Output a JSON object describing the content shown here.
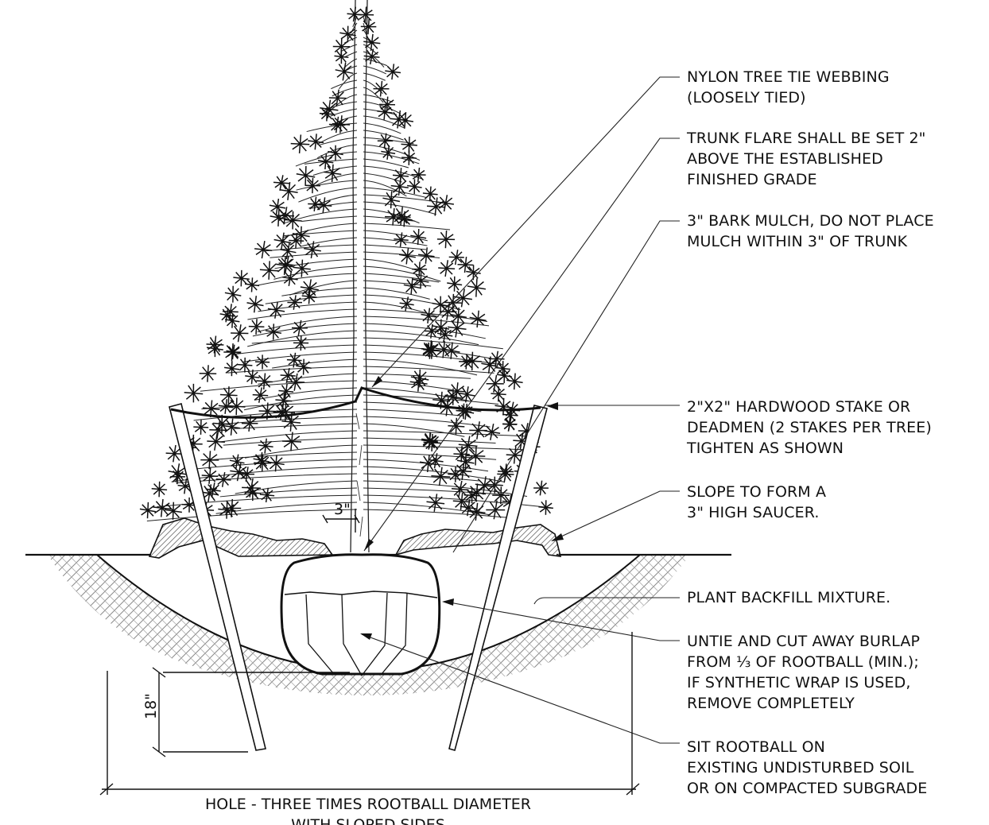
{
  "callouts": {
    "tie_webbing": [
      "NYLON TREE TIE WEBBING",
      "(LOOSELY TIED)"
    ],
    "trunk_flare": [
      "TRUNK FLARE SHALL BE SET 2\"",
      "ABOVE THE ESTABLISHED",
      "FINISHED GRADE"
    ],
    "bark_mulch": [
      "3\" BARK MULCH, DO NOT PLACE",
      "MULCH WITHIN 3\" OF TRUNK"
    ],
    "stake": [
      "2\"X2\" HARDWOOD STAKE OR",
      "DEADMEN (2 STAKES PER TREE)",
      "TIGHTEN AS SHOWN"
    ],
    "saucer": [
      "SLOPE TO FORM A",
      "3\" HIGH SAUCER."
    ],
    "backfill": [
      "PLANT BACKFILL MIXTURE."
    ],
    "burlap": [
      "UNTIE AND CUT AWAY BURLAP",
      "FROM ⅓ OF ROOTBALL (MIN.);",
      "IF SYNTHETIC WRAP IS USED,",
      "REMOVE COMPLETELY"
    ],
    "rootball": [
      "SIT ROOTBALL ON",
      "EXISTING UNDISTURBED SOIL",
      "OR ON COMPACTED SUBGRADE"
    ]
  },
  "dimensions": {
    "mulch_clearance": "3\"",
    "depth_below": "18\""
  },
  "hole_label": [
    "HOLE - THREE TIMES ROOTBALL DIAMETER",
    "WITH SLOPED SIDES"
  ]
}
